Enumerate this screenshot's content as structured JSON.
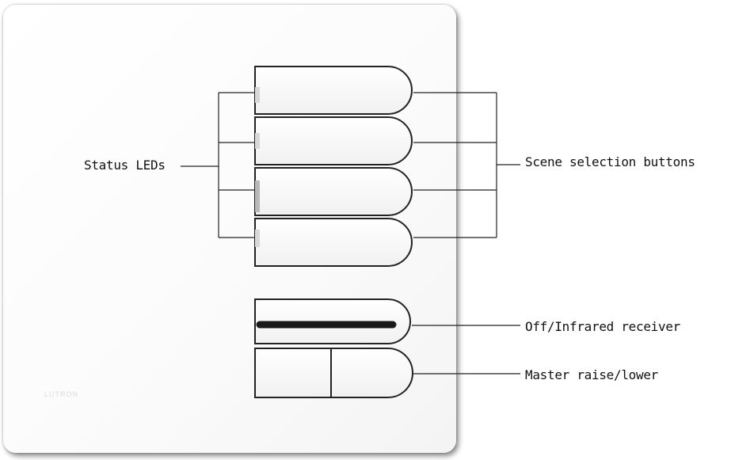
{
  "labels": {
    "status_leds": "Status LEDs",
    "scene_buttons": "Scene selection buttons",
    "off_ir": "Off/Infrared receiver",
    "master": "Master raise/lower"
  },
  "logo_text": "LUTRON",
  "colors": {
    "plate": "#ffffff",
    "outline": "#222222",
    "ir_bar": "#1a1a1a",
    "text": "#111111"
  }
}
